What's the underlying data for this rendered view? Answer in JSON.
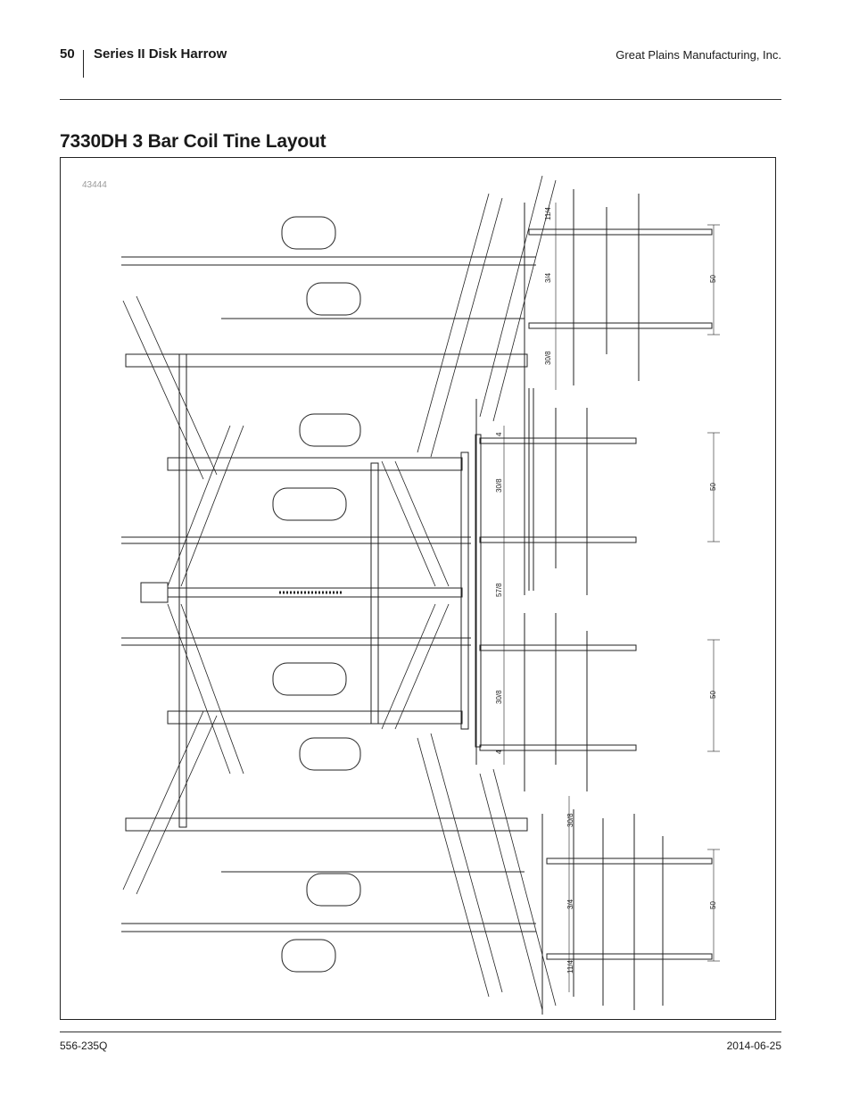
{
  "header": {
    "page_number": "50",
    "section_title": "Series II Disk Harrow",
    "company": "Great Plains Manufacturing, Inc."
  },
  "page_title": "7330DH 3 Bar Coil Tine Layout",
  "figure": {
    "figure_id": "43444",
    "dimensions": {
      "top_spacing_1": "11/4",
      "top_spacing_2": "3/4",
      "top_spacing_3": "30/8",
      "center_spacing_1": "4",
      "center_spacing_2": "30/8",
      "center_spacing_3": "57/8",
      "center_spacing_4": "30/8",
      "center_spacing_5": "4",
      "bottom_spacing_1": "30/8",
      "bottom_spacing_2": "3/4",
      "bottom_spacing_3": "11/4",
      "section_width_1": "50",
      "section_width_2": "50",
      "section_width_3": "50",
      "section_width_4": "50"
    }
  },
  "footer": {
    "doc_number": "556-235Q",
    "date": "2014-06-25"
  }
}
